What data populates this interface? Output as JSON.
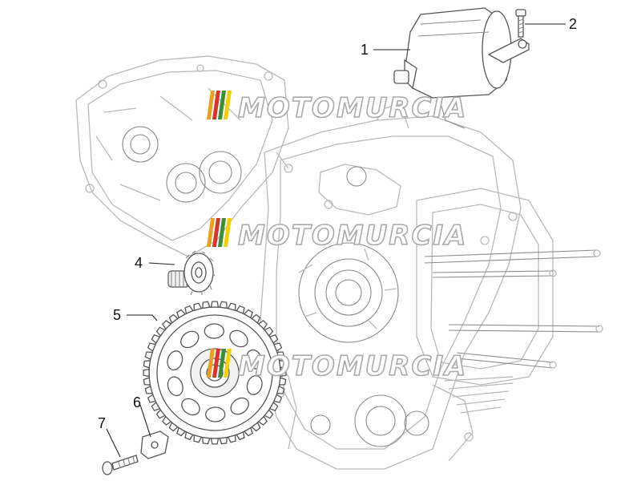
{
  "callouts": [
    {
      "id": "1",
      "label": "1"
    },
    {
      "id": "2",
      "label": "2"
    },
    {
      "id": "4",
      "label": "4"
    },
    {
      "id": "5",
      "label": "5"
    },
    {
      "id": "6",
      "label": "6"
    },
    {
      "id": "7",
      "label": "7"
    }
  ],
  "watermark": {
    "text": "MOTOMURCIA",
    "stripe_colors": [
      "#e8a020",
      "#d9342b",
      "#3a8f3a",
      "#f0d000"
    ]
  },
  "colors": {
    "outline": "#b9b9b9",
    "part_outline": "#555555",
    "text": "#111111"
  }
}
